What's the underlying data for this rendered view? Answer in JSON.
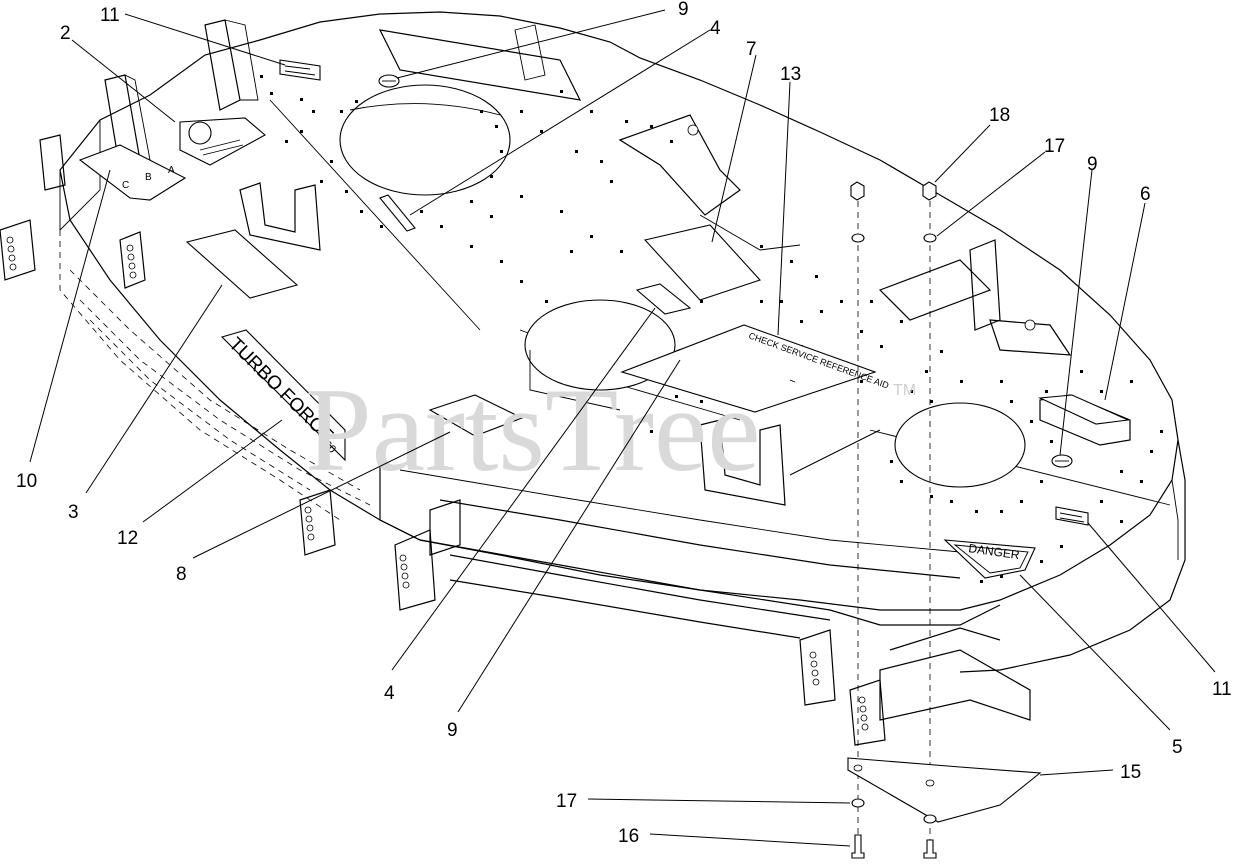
{
  "watermark": {
    "text": "PartsTree",
    "tm": "TM"
  },
  "decals": {
    "turbo_force_line1": "TURBO FORCE",
    "turbo_force_line2": "60",
    "danger": "DANGER",
    "service_reference": "CHECK SERVICE REFERENCE AID",
    "index_letters": [
      "C",
      "B",
      "A"
    ]
  },
  "callouts": [
    {
      "id": "c-11-top",
      "label": "11"
    },
    {
      "id": "c-9-top",
      "label": "9"
    },
    {
      "id": "c-2",
      "label": "2"
    },
    {
      "id": "c-4-top",
      "label": "4"
    },
    {
      "id": "c-7",
      "label": "7"
    },
    {
      "id": "c-13",
      "label": "13"
    },
    {
      "id": "c-18",
      "label": "18"
    },
    {
      "id": "c-17-top",
      "label": "17"
    },
    {
      "id": "c-9-right",
      "label": "9"
    },
    {
      "id": "c-6",
      "label": "6"
    },
    {
      "id": "c-10",
      "label": "10"
    },
    {
      "id": "c-3",
      "label": "3"
    },
    {
      "id": "c-12",
      "label": "12"
    },
    {
      "id": "c-8",
      "label": "8"
    },
    {
      "id": "c-4-bottom",
      "label": "4"
    },
    {
      "id": "c-9-bottom",
      "label": "9"
    },
    {
      "id": "c-5",
      "label": "5"
    },
    {
      "id": "c-11-right",
      "label": "11"
    },
    {
      "id": "c-15",
      "label": "15"
    },
    {
      "id": "c-17-bottom",
      "label": "17"
    },
    {
      "id": "c-16",
      "label": "16"
    }
  ]
}
